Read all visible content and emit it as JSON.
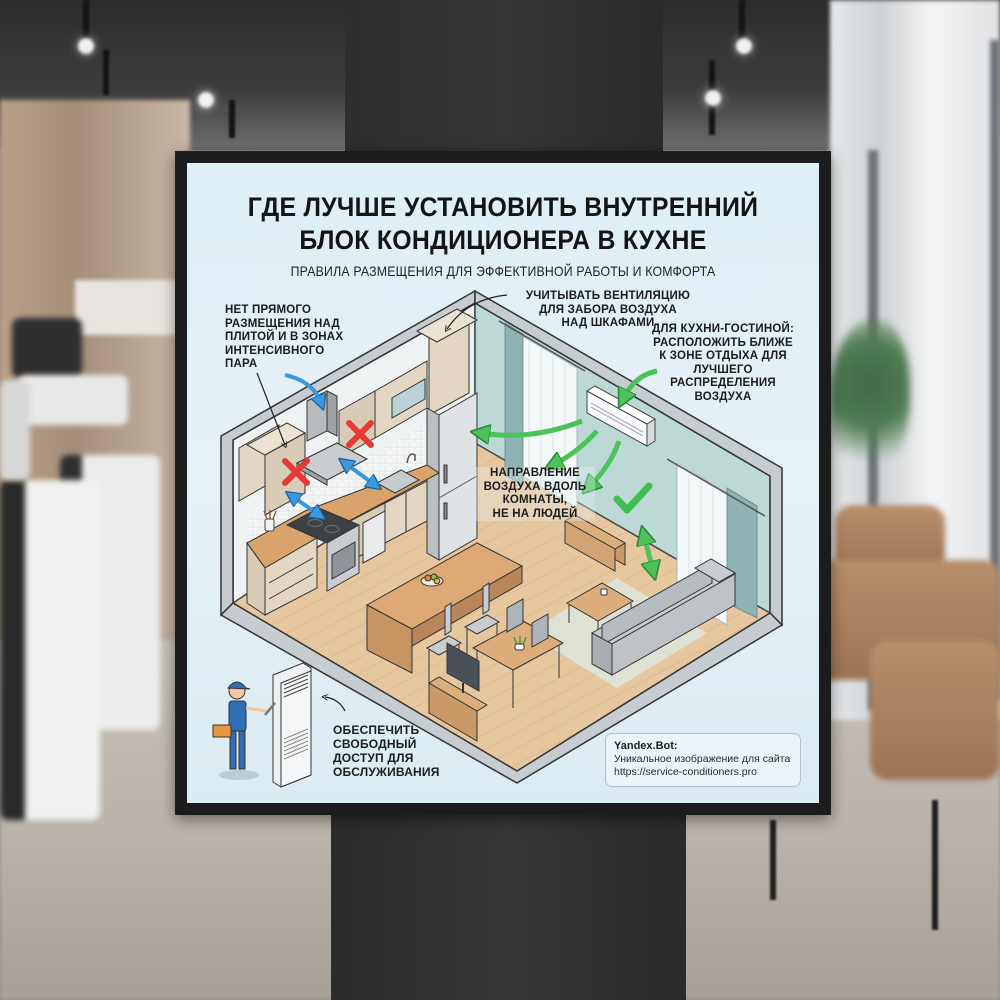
{
  "poster": {
    "title_lines": [
      "ГДЕ ЛУЧШЕ УСТАНОВИТЬ ВНУТРЕННИЙ",
      "БЛОК КОНДИЦИОНЕРА В КУХНЕ"
    ],
    "subtitle": "ПРАВИЛА РАЗМЕЩЕНИЯ ДЛЯ ЭФФЕКТИВНОЙ РАБОТЫ И КОМФОРТА",
    "colors": {
      "background": "#dfeef5",
      "frame": "#1c1c1c",
      "wrong_mark": "#e53935",
      "correct_mark": "#3fbf4f",
      "airflow_arrow": "#4cc35a",
      "steam_arrow": "#2f8fd8"
    }
  },
  "annotations": {
    "no_above_stove": {
      "lines": [
        "НЕТ ПРЯМОГО",
        "РАЗМЕЩЕНИЯ НАД",
        "ПЛИТОЙ И В ЗОНАХ",
        "ИНТЕНСИВНОГО",
        "ПАРА"
      ],
      "marker": "red-x-icon"
    },
    "ventilation": {
      "lines": [
        "УЧИТЫВАТЬ ВЕНТИЛЯЦИЮ",
        "ДЛЯ ЗАБОРА ВОЗДУХА",
        "НАД ШКАФАМИ"
      ]
    },
    "living_zone": {
      "lines": [
        "ДЛЯ КУХНИ-ГОСТИНОЙ:",
        "РАСПОЛОЖИТЬ БЛИЖЕ",
        "К ЗОНЕ ОТДЫХА ДЛЯ",
        "ЛУЧШЕГО",
        "РАСПРЕДЕЛЕНИЯ",
        "ВОЗДУХА"
      ],
      "marker": "green-check-icon"
    },
    "airflow": {
      "lines": [
        "НАПРАВЛЕНИЕ",
        "ВОЗДУХА ВДОЛЬ",
        "КОМНАТЫ,",
        "НЕ НА ЛЮДЕЙ"
      ]
    },
    "service_access": {
      "lines": [
        "ОБЕСПЕЧИТЬ",
        "СВОБОДНЫЙ",
        "ДОСТУП ДЛЯ",
        "ОБСЛУЖИВАНИЯ"
      ]
    }
  },
  "watermark": {
    "title": "Yandex.Bot:",
    "line1": "Уникальное изображение для сайта",
    "line2": "https://service-conditioners.pro"
  }
}
